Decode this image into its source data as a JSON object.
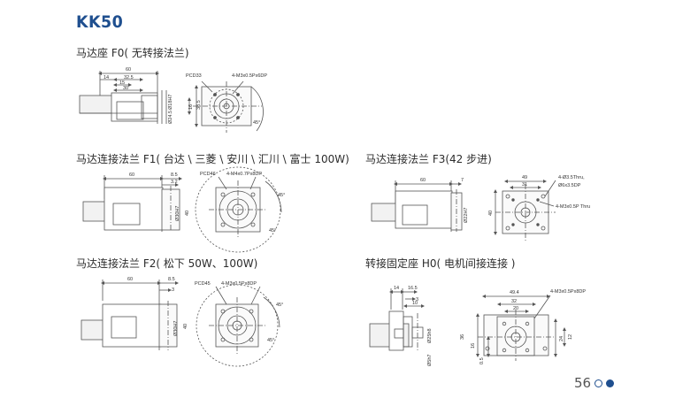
{
  "header": {
    "title": "KK50"
  },
  "sections": [
    {
      "caption": "马达座 F0( 无转接法兰)",
      "labels": {
        "d60": "60",
        "d14": "14",
        "d32_5": "32.5",
        "d15": "15",
        "d30": "30",
        "d38_5": "38.5",
        "d16": "16",
        "pcd": "PCD33",
        "holes": "4-M3x0.5Px6DP",
        "angle": "45°",
        "dia_a": "Ø18H7",
        "dia_b": "Ø24.5"
      }
    },
    {
      "caption": "马达连接法兰 F1( 台达 \\ 三菱 \\ 安川 \\ 汇川 \\ 富士 100W)",
      "labels": {
        "d60": "60",
        "d8_5": "8.5",
        "d3_2": "3.2",
        "dia": "Ø30H7",
        "d40": "40",
        "pcd": "PCD46",
        "holes": "4-M4x0.7Px8DP",
        "angle1": "45°",
        "angle2": "45°"
      }
    },
    {
      "caption": "马达连接法兰 F3(42 步进)",
      "labels": {
        "d60": "60",
        "d7": "7",
        "d49": "49",
        "d31": "31",
        "dia": "Ø22H7",
        "d40": "40",
        "holes1": "4-Ø3.5Thru,",
        "holes2": "Ø6x3.5DP",
        "holes3": "4-M3x0.5P Thru"
      }
    },
    {
      "caption": "马达连接法兰 F2( 松下 50W、100W)",
      "labels": {
        "d60": "60",
        "d8_5": "8.5",
        "d3": "3",
        "dia": "Ø30H7",
        "d40": "40",
        "pcd": "PCD45",
        "holes": "4-M3x0.5Px8DP",
        "angle1": "45°",
        "angle2": "45°"
      }
    },
    {
      "caption": "转接固定座 H0( 电机间接连接 )",
      "labels": {
        "d14": "14",
        "d16_5": "16.5",
        "d3": "3",
        "d10": "10",
        "d49_4": "49.4",
        "d32": "32",
        "d20": "20",
        "holes": "4-M3x0.5Px8DP",
        "dia1": "Ø25h8",
        "dia2": "Ø5h7",
        "d36": "36",
        "d16": "16",
        "d24": "24",
        "d12": "12",
        "d0_5": "0.5"
      }
    }
  ],
  "footer": {
    "page_number": "56"
  },
  "colors": {
    "title": "#1f4f8f",
    "line": "#555555",
    "accent": "#1f4f8f"
  }
}
